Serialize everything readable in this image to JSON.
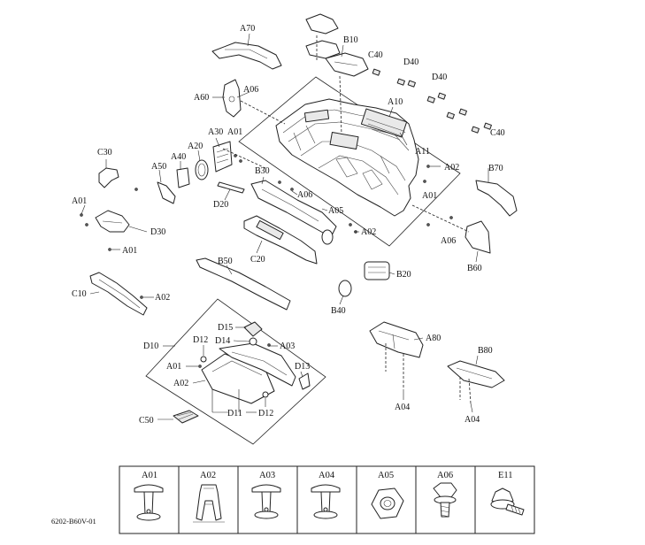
{
  "diagram": {
    "doc_code": "6202-B60V-01",
    "labels": {
      "A70": "A70",
      "B10": "B10",
      "C40_top": "C40",
      "D40_a": "D40",
      "D40_b": "D40",
      "A60": "A60",
      "A06_top": "A06",
      "A10": "A10",
      "A11": "A11",
      "C40_right": "C40",
      "A30": "A30",
      "A01_a30": "A01",
      "A20": "A20",
      "A40": "A40",
      "A50": "A50",
      "C30": "C30",
      "B30": "B30",
      "A02_right": "A02",
      "A01_right": "A01",
      "B70": "B70",
      "A01_left": "A01",
      "D20": "D20",
      "A06_mid": "A06",
      "A05": "A05",
      "A02_mid": "A02",
      "A06_right": "A06",
      "D30": "D30",
      "A01_bottom": "A01",
      "C20": "C20",
      "B60": "B60",
      "B50": "B50",
      "B20": "B20",
      "C10": "C10",
      "A02_c10": "A02",
      "B40": "B40",
      "D15": "D15",
      "D12_top": "D12",
      "D14": "D14",
      "A03": "A03",
      "D10": "D10",
      "A80": "A80",
      "A01_box": "A01",
      "D13": "D13",
      "A02_box": "A02",
      "B80": "B80",
      "D11": "D11",
      "D12_bottom": "D12",
      "A04_left": "A04",
      "A04_right": "A04",
      "C50": "C50"
    }
  },
  "fastener_legend": {
    "items": [
      {
        "code": "A01",
        "icon": "pan-head-screw-icon"
      },
      {
        "code": "A02",
        "icon": "clip-icon"
      },
      {
        "code": "A03",
        "icon": "pan-head-screw-icon"
      },
      {
        "code": "A04",
        "icon": "pan-head-screw-icon"
      },
      {
        "code": "A05",
        "icon": "hex-nut-icon"
      },
      {
        "code": "A06",
        "icon": "hex-flange-bolt-icon"
      },
      {
        "code": "E11",
        "icon": "flange-screw-icon"
      }
    ]
  }
}
